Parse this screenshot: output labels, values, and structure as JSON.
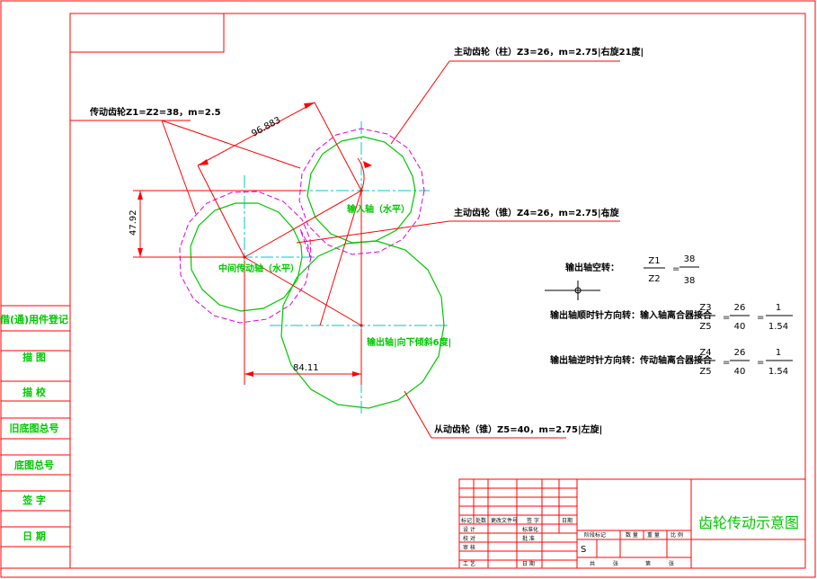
{
  "colors": {
    "frame": "#ff0000",
    "dimension": "#ff0000",
    "gear": "#00c800",
    "pitch": "#e000e0",
    "centerline": "#00c8c8",
    "text": "#000000"
  },
  "annotations": {
    "gear_z3": "主动齿轮（柱）Z3=26，m=2.75|右旋21度|",
    "gear_z1z2": "传动齿轮Z1=Z2=38，m=2.5",
    "gear_z4": "主动齿轮（锥）Z4=26，m=2.75|右旋",
    "gear_z4_mark": "|",
    "gear_z5": "从动齿轮（锥）Z5=40，m=2.75|左旋|"
  },
  "dimensions": {
    "center_distance": "96.883",
    "vertical_offset": "47.92",
    "horizontal_offset": "84.11"
  },
  "shaft_labels": {
    "input_shaft": "输入轴（水平）",
    "middle_shaft": "中间传动轴（水平）",
    "output_shaft": "输出轴|向下倾斜6度|"
  },
  "ratios": {
    "shaft_speed_label": "输出轴空转：",
    "r1": {
      "num": "Z1",
      "den": "Z2",
      "eq": "=",
      "num2": "38",
      "den2": "38"
    },
    "cw_label": "输出轴顺时针方向转：输入轴离合器接合",
    "r2": {
      "num": "Z3",
      "den": "Z5",
      "eq": "=",
      "num2": "26",
      "den2": "40",
      "eq2": "=",
      "num3": "1",
      "den3": "1.54"
    },
    "ccw_label": "输出轴逆时针方向转：传动轴离合器接合",
    "r3": {
      "num": "Z4",
      "den": "Z5",
      "eq": "=",
      "num2": "26",
      "den2": "40",
      "eq2": "=",
      "num3": "1",
      "den3": "1.54"
    }
  },
  "side_labels": [
    "借(通)用件登记",
    "描 图",
    "描 校",
    "旧底图总号",
    "底图总号",
    "签 字",
    "日 期"
  ],
  "title_block": {
    "title": "齿轮传动示意图",
    "row_labels": [
      "标记",
      "处数",
      "更改文件号",
      "签 字",
      "日期"
    ],
    "design": "设 计",
    "check": "校 对",
    "review": "审 核",
    "process": "工 艺",
    "standard": "标准化",
    "approve": "批 准",
    "date": "日 期",
    "stage_mark": "阶段标记",
    "weight": "重 量",
    "scale": "比 例",
    "quantity": "数 量",
    "s_mark": "S",
    "total": "共",
    "sheet": "张",
    "page": "第",
    "page_sheet": "张"
  }
}
